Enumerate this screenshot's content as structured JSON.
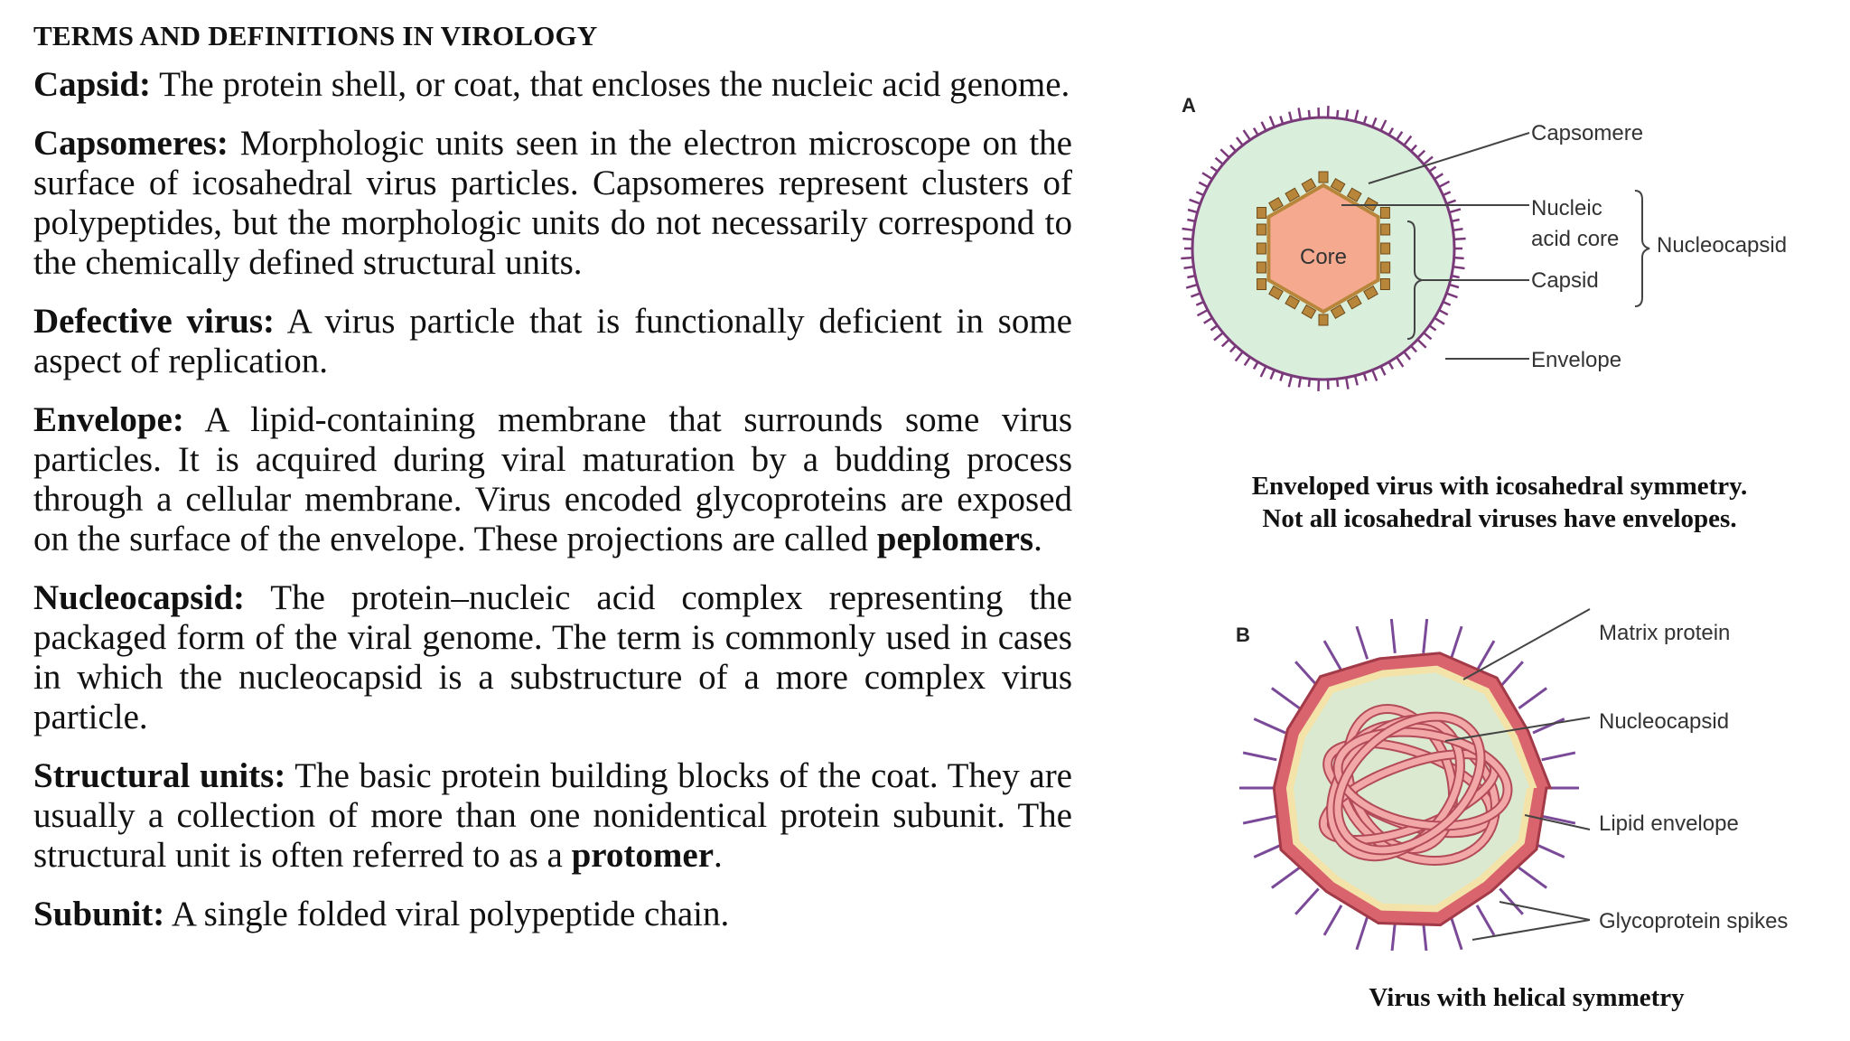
{
  "title": "TERMS AND DEFINITIONS IN VIROLOGY",
  "terms": [
    {
      "term": "Capsid:",
      "definition": " The protein shell, or coat, that encloses the nucleic acid genome."
    },
    {
      "term": "Capsomeres:",
      "definition": " Morphologic units seen in the electron microscope on the surface of icosahedral virus particles. Capsomeres represent clusters of polypeptides, but the morphologic units do not necessarily correspond to the chemically defined structural units."
    },
    {
      "term": "Defective virus:",
      "definition": " A virus particle that is functionally deficient in some aspect of replication."
    },
    {
      "term": "Envelope:",
      "definition": " A lipid-containing membrane that surrounds some virus particles. It is acquired during viral maturation by a budding process through a cellular membrane. Virus encoded glycoproteins are exposed on the surface of the envelope. These projections are called ",
      "emphasis": "peplomers",
      "tail": "."
    },
    {
      "term": "Nucleocapsid:",
      "definition": " The protein–nucleic acid complex representing the packaged form of the viral genome. The term is commonly used in cases in which the nucleocapsid is a substructure of a more complex virus particle."
    },
    {
      "term": "Structural units:",
      "definition": " The basic protein building blocks of the coat. They are usually a collection of more than one nonidentical protein subunit. The structural unit is often referred to as a ",
      "emphasis": "protomer",
      "tail": "."
    },
    {
      "term": "Subunit:",
      "definition": " A single folded viral polypeptide chain."
    }
  ],
  "diagram_a": {
    "panel": "A",
    "core_label": "Core",
    "labels": {
      "capsomere": "Capsomere",
      "nucleic_line1": "Nucleic",
      "nucleic_line2": "acid core",
      "capsid": "Capsid",
      "nucleocapsid": "Nucleocapsid",
      "envelope": "Envelope"
    },
    "caption_line1": "Enveloped virus with icosahedral symmetry.",
    "caption_line2": "Not all icosahedral viruses have envelopes.",
    "colors": {
      "envelope_fill": "#d9eedb",
      "spikes": "#7a3a7a",
      "core": "#f5a98f",
      "capsomere": "#b8863a"
    }
  },
  "diagram_b": {
    "panel": "B",
    "labels": {
      "matrix": "Matrix protein",
      "nucleocapsid": "Nucleocapsid",
      "lipid": "Lipid envelope",
      "spikes": "Glycoprotein spikes"
    },
    "caption": "Virus with helical symmetry",
    "colors": {
      "outer": "#d9646e",
      "inner": "#dbe9d0",
      "coil": "#f3a8a8",
      "spikes": "#7a4a98"
    }
  }
}
